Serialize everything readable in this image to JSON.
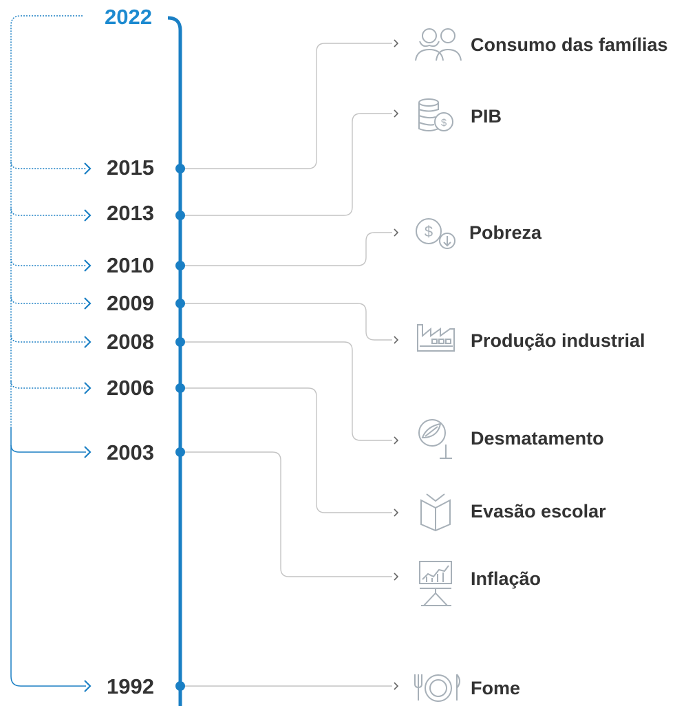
{
  "colors": {
    "timeline": "#1a7fc4",
    "highlight_year": "#1c8ad0",
    "connector": "#c4c4c4",
    "icon": "#a7b0b8",
    "text": "#333333"
  },
  "timeline": {
    "current_year": "2022",
    "years": [
      "2015",
      "2013",
      "2010",
      "2009",
      "2008",
      "2006",
      "2003",
      "1992"
    ]
  },
  "indicators": [
    {
      "key": "consumo",
      "label": "Consumo das famílias",
      "icon": "people-icon",
      "year": "2015"
    },
    {
      "key": "pib",
      "label": "PIB",
      "icon": "coins-dollar-icon",
      "year": "2013"
    },
    {
      "key": "pobreza",
      "label": "Pobreza",
      "icon": "dollar-down-icon",
      "year": "2010"
    },
    {
      "key": "producao",
      "label": "Produção industrial",
      "icon": "factory-icon",
      "year": "2009"
    },
    {
      "key": "desmatamento",
      "label": "Desmatamento",
      "icon": "leaf-icon",
      "year": "2008"
    },
    {
      "key": "evasao",
      "label": "Evasão escolar",
      "icon": "book-icon",
      "year": "2006"
    },
    {
      "key": "inflacao",
      "label": "Inflação",
      "icon": "chart-board-icon",
      "year": "2003"
    },
    {
      "key": "fome",
      "label": "Fome",
      "icon": "plate-cutlery-icon",
      "year": "1992"
    }
  ]
}
